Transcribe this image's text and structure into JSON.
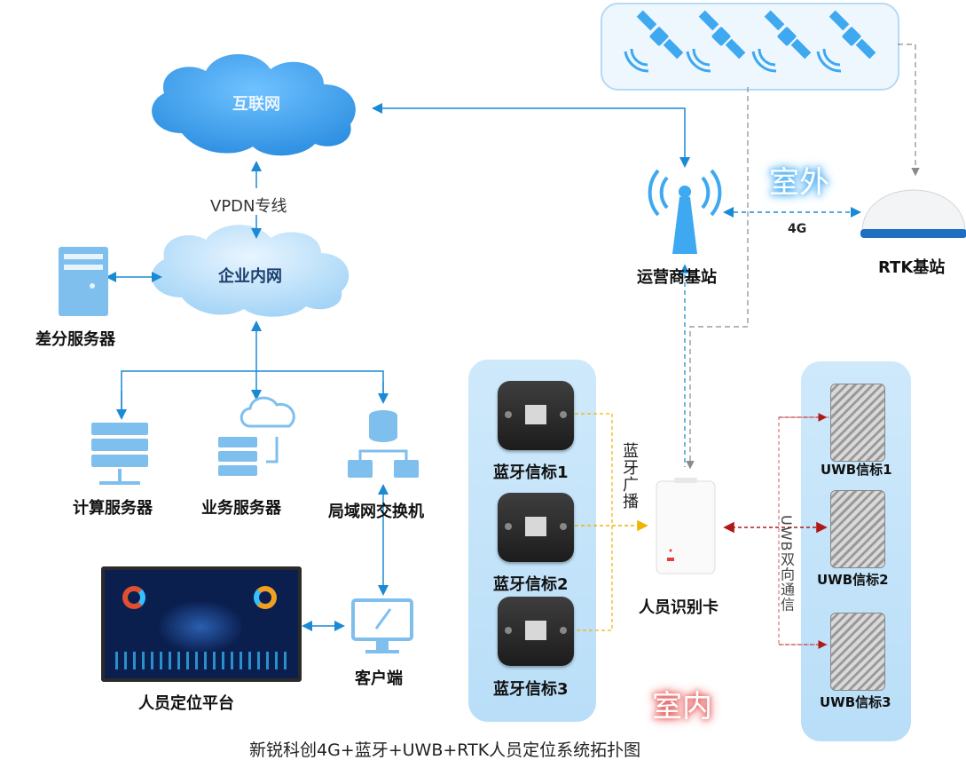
{
  "nodes": {
    "internet": "互联网",
    "enterprise_intranet": "企业内网",
    "differential_server": "差分服务器",
    "compute_server": "计算服务器",
    "business_server": "业务服务器",
    "lan_switch": "局域网交换机",
    "carrier_base_station": "运营商基站",
    "rtk_base_station": "RTK基站",
    "personnel_platform": "人员定位平台",
    "client": "客户端",
    "id_card": "人员识别卡",
    "bt_beacon_1": "蓝牙信标1",
    "bt_beacon_2": "蓝牙信标2",
    "bt_beacon_3": "蓝牙信标3",
    "uwb_beacon_1": "UWB信标1",
    "uwb_beacon_2": "UWB信标2",
    "uwb_beacon_3": "UWB信标3"
  },
  "edges": {
    "vpdn": "VPDN专线",
    "four_g": "4G",
    "bt_broadcast": "蓝牙广播",
    "uwb_comm": "UWB双向通信"
  },
  "zones": {
    "outdoor": "室外",
    "indoor": "室内"
  },
  "caption": "新锐科创4G+蓝牙+UWB+RTK人员定位系统拓扑图",
  "colors": {
    "link_blue": "#1a8ad4",
    "link_gray": "#8a8a8a",
    "bt_yellow": "#f0b400",
    "uwb_red": "#b01818",
    "panel_blue": "#c4e4f9",
    "cloud_blue": "#3fa6f0"
  }
}
